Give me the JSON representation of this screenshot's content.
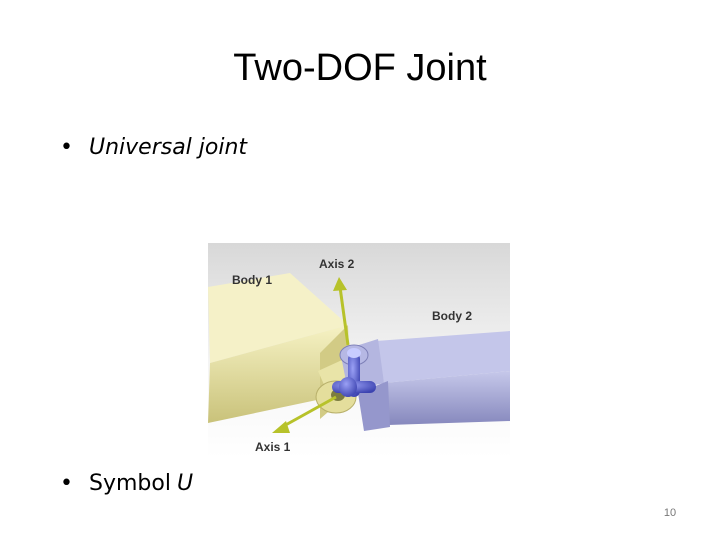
{
  "slide": {
    "title": "Two-DOF Joint",
    "bullets": [
      {
        "marker": "•",
        "text": "Universal joint"
      },
      {
        "marker": "•",
        "text": "Symbol",
        "symbol": "U"
      }
    ],
    "page_number": "10"
  },
  "figure": {
    "labels": {
      "body1": "Body 1",
      "body2": "Body 2",
      "axis1": "Axis 1",
      "axis2": "Axis 2"
    },
    "colors": {
      "body1": "#e8e2a4",
      "body2": "#a9abd4",
      "spider": "#5a63d6",
      "axis_arrow": "#b7c22a"
    }
  }
}
